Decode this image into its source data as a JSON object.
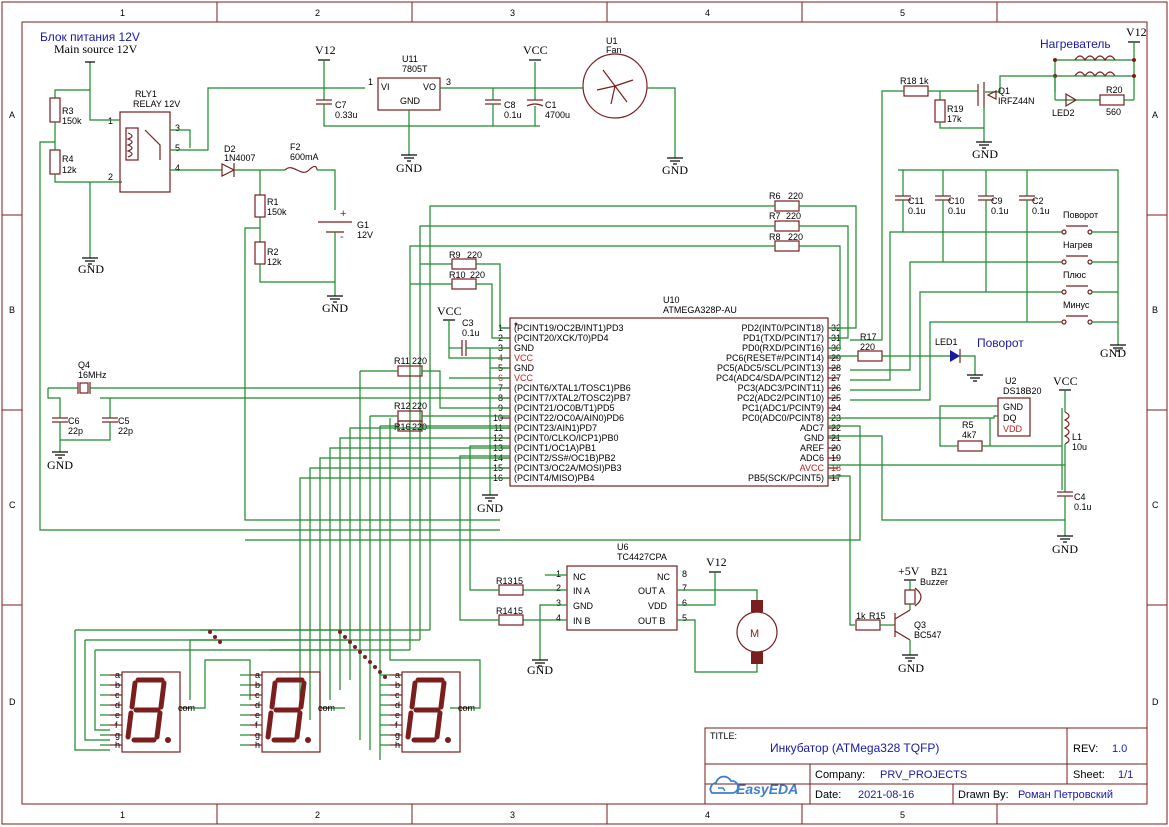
{
  "frame": {
    "columns": [
      "1",
      "2",
      "3",
      "4",
      "5"
    ],
    "rows": [
      "A",
      "B",
      "C",
      "D"
    ]
  },
  "labels": {
    "psu_ru": "Блок питания 12V",
    "psu_en": "Main source 12V",
    "heater": "Нагреватель",
    "turn_led": "Поворот"
  },
  "power": {
    "v12": "V12",
    "vcc": "VCC",
    "gnd": "GND",
    "p5v": "+5V"
  },
  "parts": {
    "u11_ref": "U11",
    "u11_val": "7805T",
    "u11_vi": "VI",
    "u11_vo": "VO",
    "u11_gnd": "GND",
    "u1_ref": "U1",
    "u1_val": "Fan",
    "rly_ref": "RLY1",
    "rly_val": "RELAY 12V",
    "r3": "R3",
    "r3v": "150k",
    "r4": "R4",
    "r4v": "12k",
    "r1": "R1",
    "r1v": "150k",
    "r2": "R2",
    "r2v": "12k",
    "d2": "D2",
    "d2v": "1N4007",
    "f2": "F2",
    "f2v": "600mA",
    "g1": "G1",
    "g1v": "12V",
    "c7": "C7",
    "c7v": "0.33u",
    "c8": "C8",
    "c8v": "0.1u",
    "c1": "C1",
    "c1v": "4700u",
    "r18": "R18",
    "r18v": "1k",
    "r19": "R19",
    "r19v": "17k",
    "q1": "Q1",
    "q1v": "IRFZ44N",
    "led2": "LED2",
    "r20": "R20",
    "r20v": "560",
    "c11": "C11",
    "c10": "C10",
    "c9": "C9",
    "c2": "C2",
    "c0v": "0.1u",
    "sw1": "Поворот",
    "sw2": "Нагрев",
    "sw3": "Плюс",
    "sw4": "Минус",
    "r6": "R6",
    "r7": "R7",
    "r8": "R8",
    "r9": "R9",
    "r10": "R10",
    "r220": "220",
    "u10_ref": "U10",
    "u10_val": "ATMEGA328P-AU",
    "c3": "C3",
    "c3v": "0.1u",
    "q4": "Q4",
    "q4v": "16MHz",
    "c6": "C6",
    "c6v": "22p",
    "c5": "C5",
    "c5v": "22p",
    "r11": "R11",
    "r12": "R12",
    "r16": "R16",
    "r17": "R17",
    "r17v": "220",
    "led1": "LED1",
    "u2": "U2",
    "u2v": "DS18B20",
    "u2_gnd": "GND",
    "u2_dq": "DQ",
    "u2_vdd": "VDD",
    "r5": "R5",
    "r5v": "4k7",
    "l1": "L1",
    "l1v": "10u",
    "c4": "C4",
    "c4v": "0.1u",
    "u6": "U6",
    "u6v": "TC4427CPA",
    "u6_nc": "NC",
    "u6_ina": "IN A",
    "u6_gnd": "GND",
    "u6_inb": "IN B",
    "u6_outa": "OUT A",
    "u6_vdd": "VDD",
    "u6_outb": "OUT B",
    "r13": "R13",
    "r13v": "15",
    "r14": "R14",
    "r14v": "15",
    "r15": "R15",
    "r15v": "1k",
    "bz1": "BZ1",
    "bz1v": "Buzzer",
    "q3": "Q3",
    "q3v": "BC547",
    "com": "com",
    "motor": "M"
  },
  "u10_left_pins": [
    {
      "n": "1",
      "name": "(PCINT19/OC2B/INT1)PD3"
    },
    {
      "n": "2",
      "name": "(PCINT20/XCK/T0)PD4"
    },
    {
      "n": "3",
      "name": "GND"
    },
    {
      "n": "4",
      "name": "VCC"
    },
    {
      "n": "5",
      "name": "GND"
    },
    {
      "n": "6",
      "name": "VCC"
    },
    {
      "n": "7",
      "name": "(PCINT6/XTAL1/TOSC1)PB6"
    },
    {
      "n": "8",
      "name": "(PCINT7/XTAL2/TOSC2)PB7"
    },
    {
      "n": "9",
      "name": "(PCINT21/OC0B/T1)PD5"
    },
    {
      "n": "10",
      "name": "(PCINT22/OC0A/AIN0)PD6"
    },
    {
      "n": "11",
      "name": "(PCINT23/AIN1)PD7"
    },
    {
      "n": "12",
      "name": "(PCINT0/CLKO/ICP1)PB0"
    },
    {
      "n": "13",
      "name": "(PCINT1/OC1A)PB1"
    },
    {
      "n": "14",
      "name": "(PCINT2/SS#/OC1B)PB2"
    },
    {
      "n": "15",
      "name": "(PCINT3/OC2A/MOSI)PB3"
    },
    {
      "n": "16",
      "name": "(PCINT4/MISO)PB4"
    }
  ],
  "u10_right_pins": [
    {
      "n": "32",
      "name": "PD2(INT0/PCINT18)"
    },
    {
      "n": "31",
      "name": "PD1(TXD/PCINT17)"
    },
    {
      "n": "30",
      "name": "PD0(RXD/PCINT16)"
    },
    {
      "n": "29",
      "name": "PC6(RESET#/PCINT14)"
    },
    {
      "n": "28",
      "name": "PC5(ADC5/SCL/PCINT13)"
    },
    {
      "n": "27",
      "name": "PC4(ADC4/SDA/PCINT12)"
    },
    {
      "n": "26",
      "name": "PC3(ADC3/PCINT11)"
    },
    {
      "n": "25",
      "name": "PC2(ADC2/PCINT10)"
    },
    {
      "n": "24",
      "name": "PC1(ADC1/PCINT9)"
    },
    {
      "n": "23",
      "name": "PC0(ADC0/PCINT8)"
    },
    {
      "n": "22",
      "name": "ADC7"
    },
    {
      "n": "21",
      "name": "GND"
    },
    {
      "n": "20",
      "name": "AREF"
    },
    {
      "n": "19",
      "name": "ADC6"
    },
    {
      "n": "18",
      "name": "AVCC"
    },
    {
      "n": "17",
      "name": "PB5(SCK/PCINT5)"
    }
  ],
  "seg_letters": [
    "a",
    "b",
    "c",
    "d",
    "e",
    "f",
    "g",
    "h"
  ],
  "title_block": {
    "title_label": "TITLE:",
    "title": "Инкубатор (ATMega328 TQFP)",
    "rev_label": "REV:",
    "rev": "1.0",
    "company_label": "Company:",
    "company": "PRV_PROJECTS",
    "sheet_label": "Sheet:",
    "sheet": "1/1",
    "date_label": "Date:",
    "date": "2021-08-16",
    "drawn_label": "Drawn By:",
    "drawn": "Роман Петровский",
    "logo": "EasyEDA"
  },
  "colors": {
    "wire": "#1a8a2a",
    "component": "#7a1e1e",
    "label": "#1a1aa0",
    "accent": "#c02020"
  }
}
